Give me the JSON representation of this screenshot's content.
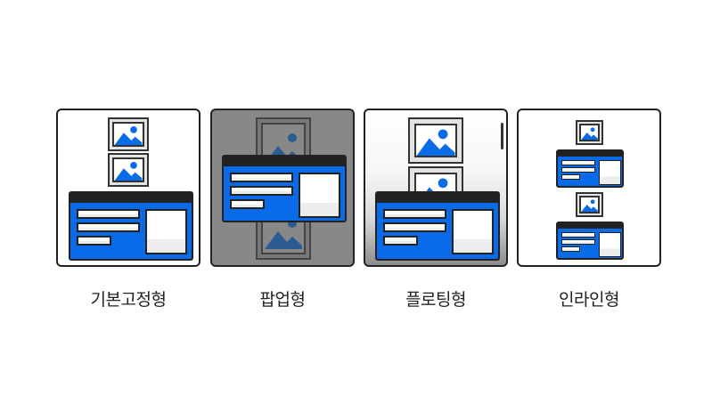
{
  "colors": {
    "accent_blue": "#0a6be8",
    "dark": "#222222",
    "dim_overlay": "#888888",
    "dim_blue": "#2c5a93"
  },
  "panels": [
    {
      "id": "fixed",
      "label": "기본고정형",
      "description_icon": "fixed-layout-icon"
    },
    {
      "id": "popup",
      "label": "팝업형",
      "description_icon": "popup-layout-icon"
    },
    {
      "id": "floating",
      "label": "플로팅형",
      "description_icon": "floating-layout-icon"
    },
    {
      "id": "inline",
      "label": "인라인형",
      "description_icon": "inline-layout-icon"
    }
  ]
}
